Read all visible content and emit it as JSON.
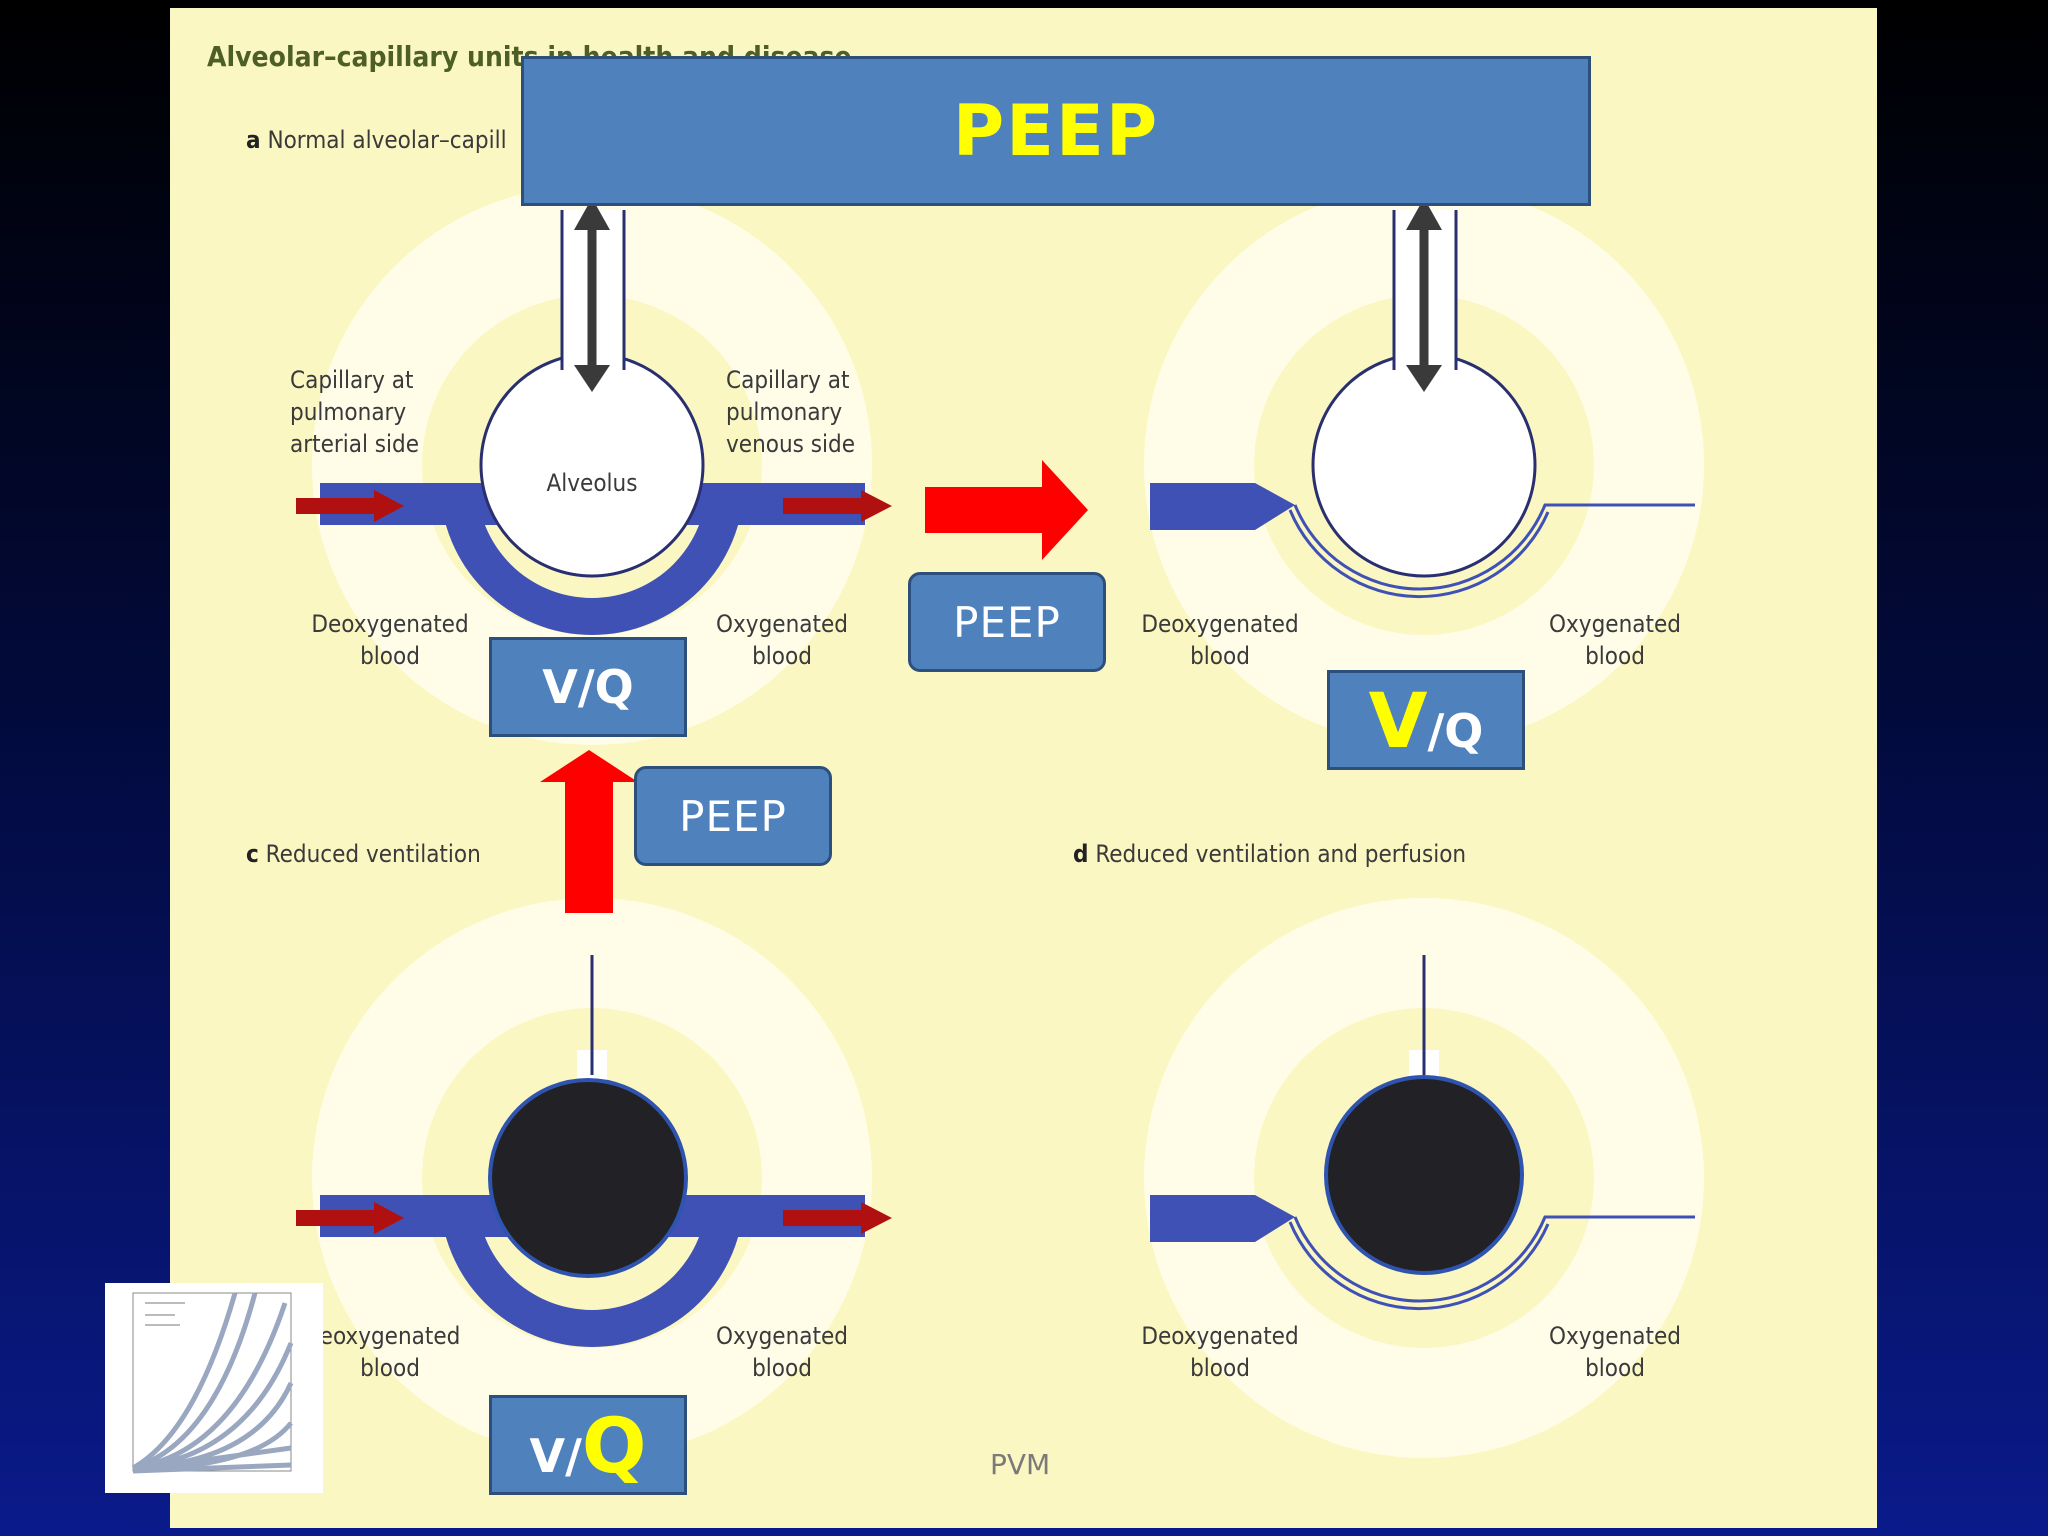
{
  "figure_title": "Alveolar–capillary units in health and disease",
  "panels": {
    "a": {
      "letter": "a",
      "label": "Normal alveolar–capill"
    },
    "c": {
      "letter": "c",
      "label": "Reduced ventilation"
    },
    "d": {
      "letter": "d",
      "label": "Reduced ventilation and perfusion"
    }
  },
  "labels": {
    "capillary_arterial": "Capillary at\npulmonary\narterial side",
    "capillary_venous": "Capillary at\npulmonary\nvenous side",
    "alveolus": "Alveolus",
    "deoxygenated": "Deoxygenated\nblood",
    "deoxygenated_cut": "eoxygenated\nblood",
    "oxygenated": "Oxygenated\nblood"
  },
  "overlays": {
    "peep_banner": "PEEP",
    "peep_middle": "PEEP",
    "peep_lower": "PEEP",
    "vq_a": "V/Q",
    "vq_b": {
      "v": "V",
      "slash_q": "/Q"
    },
    "vq_c": {
      "v_slash": "V/",
      "q": "Q"
    }
  },
  "footer": "PVM",
  "colors": {
    "slide_bg_top": "#000000",
    "slide_bg_bottom": "#0a1a8a",
    "figure_bg": "#fbf7c3",
    "ring": "#fffde8",
    "capillary_blue": "#3f51b5",
    "red_arrow": "#ff0000",
    "dark_red_arrow": "#b01010",
    "box_blue": "#4f81bd",
    "highlight_yellow": "#ffff00"
  }
}
